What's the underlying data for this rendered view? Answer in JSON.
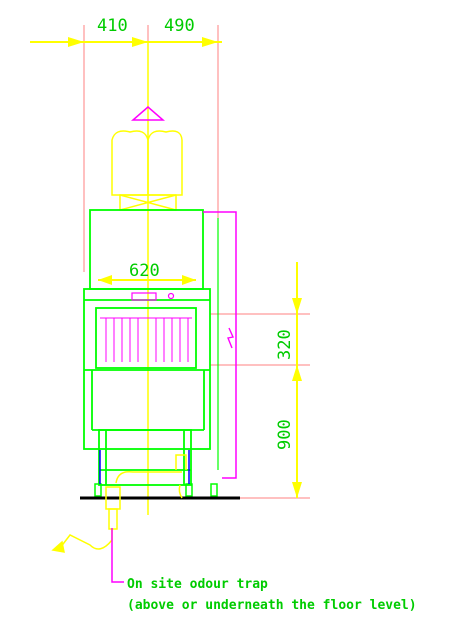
{
  "dimensions": {
    "top_left": "410",
    "top_right": "490",
    "width": "620",
    "upper_height": "320",
    "lower_height": "900"
  },
  "note": {
    "line1": "On site odour trap",
    "line2": "(above or underneath the floor level)"
  },
  "colors": {
    "machine": "#00ff00",
    "dimension": "#ffff00",
    "centerline": "#ff6666",
    "drain": "#ff00ff",
    "floor": "#000000"
  }
}
